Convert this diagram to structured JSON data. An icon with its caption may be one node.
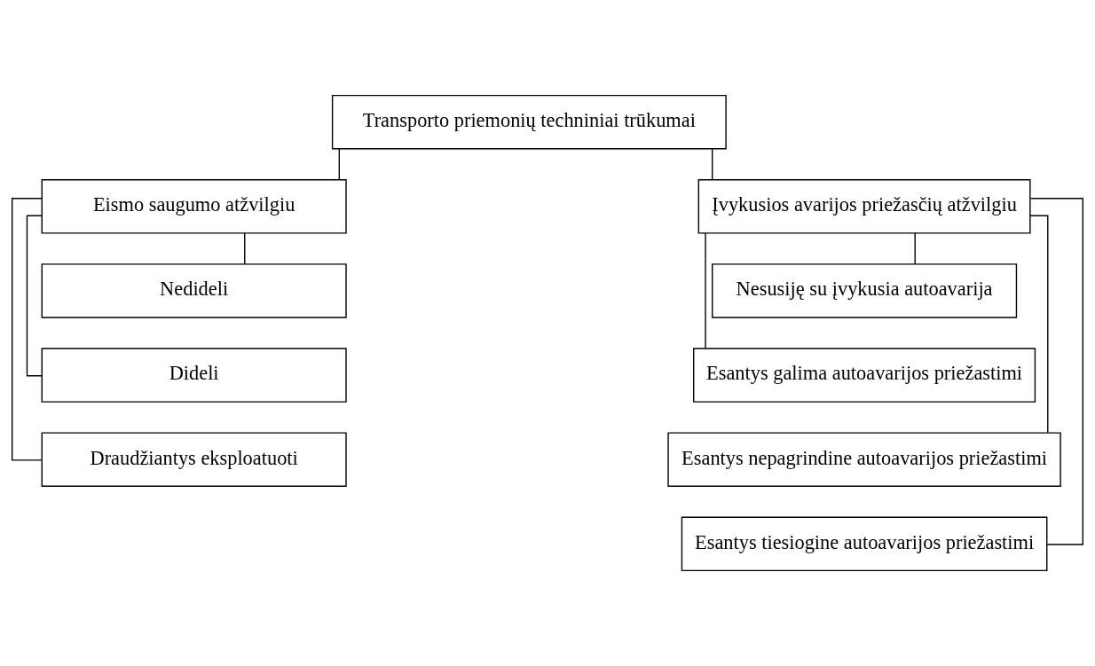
{
  "diagram": {
    "nodes": [
      {
        "text": [
          "Transporto priemonių techniniai trūkumai"
        ]
      },
      {
        "text": [
          "Eismo saugumo atžvilgiu"
        ]
      },
      {
        "text": [
          "Nedideli"
        ]
      },
      {
        "text": [
          "Dideli"
        ]
      },
      {
        "text": [
          "Draudžiantys eksploatuoti"
        ]
      },
      {
        "text": [
          "Įvykusios avarijos priežasčių atžvilgiu"
        ]
      },
      {
        "text": [
          "Nesusiję su įvykusia autoavarija"
        ]
      },
      {
        "text": [
          "Esantys galima autoavarijos priežastimi"
        ]
      },
      {
        "text": [
          "Esantys nepagrindine autoavarijos priežastimi"
        ]
      },
      {
        "text": [
          "Esantys tiesiogine autoavarijos priežastimi"
        ]
      }
    ],
    "edges": [
      {
        "from": 0,
        "to": 1,
        "arrow": "none"
      },
      {
        "from": 0,
        "to": 5,
        "arrow": "none"
      },
      {
        "from": 1,
        "to": 2,
        "arrow": "none"
      },
      {
        "from": 1,
        "to": 3,
        "arrow": "none"
      },
      {
        "from": 1,
        "to": 4,
        "arrow": "none"
      },
      {
        "from": 5,
        "to": 6,
        "arrow": "none"
      },
      {
        "from": 5,
        "to": 7,
        "arrow": "none"
      },
      {
        "from": 5,
        "to": 8,
        "arrow": "none"
      },
      {
        "from": 5,
        "to": 9,
        "arrow": "none"
      }
    ]
  }
}
